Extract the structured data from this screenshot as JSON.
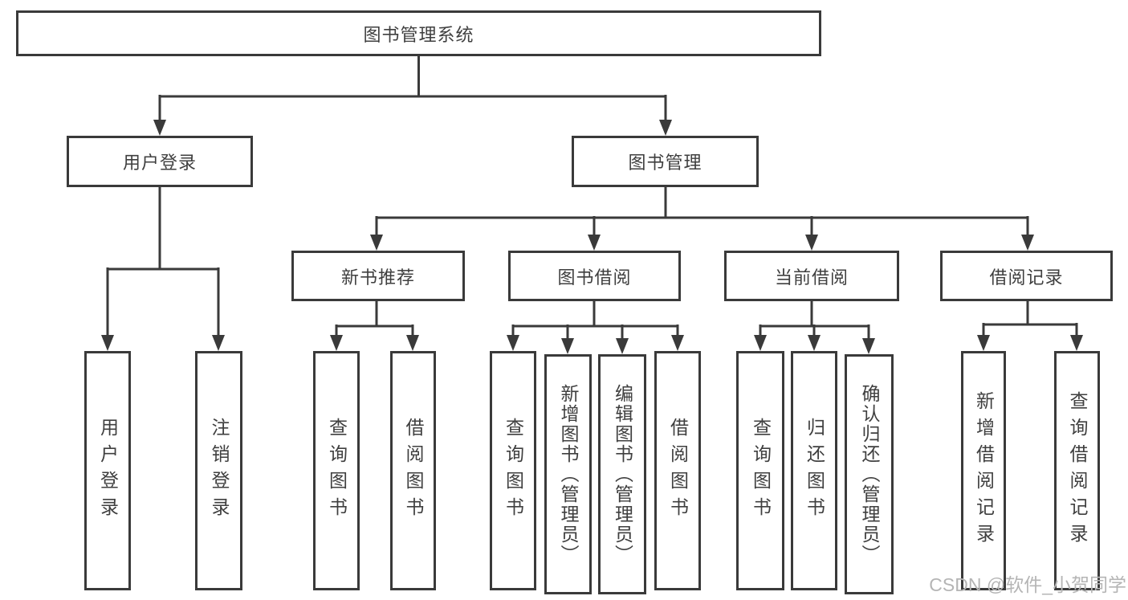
{
  "tree": {
    "root": {
      "label": "图书管理系统"
    },
    "branches": [
      {
        "label": "用户登录",
        "children": [
          {
            "label": "用户登录"
          },
          {
            "label": "注销登录"
          }
        ]
      },
      {
        "label": "图书管理",
        "children": [
          {
            "label": "新书推荐",
            "children": [
              {
                "label": "查询图书"
              },
              {
                "label": "借阅图书"
              }
            ]
          },
          {
            "label": "图书借阅",
            "children": [
              {
                "label": "查询图书"
              },
              {
                "label": "新增图书（管理员）"
              },
              {
                "label": "编辑图书（管理员）"
              },
              {
                "label": "借阅图书"
              }
            ]
          },
          {
            "label": "当前借阅",
            "children": [
              {
                "label": "查询图书"
              },
              {
                "label": "归还图书"
              },
              {
                "label": "确认归还（管理员）"
              }
            ]
          },
          {
            "label": "借阅记录",
            "children": [
              {
                "label": "新增借阅记录"
              },
              {
                "label": "查询借阅记录"
              }
            ]
          }
        ]
      }
    ]
  },
  "watermark": {
    "text": "CSDN @软件_小贺同学"
  },
  "colors": {
    "line": "#3a3a3a",
    "text": "#3f3f3f",
    "bg": "#ffffff",
    "watermark": "#b5b5b5"
  }
}
